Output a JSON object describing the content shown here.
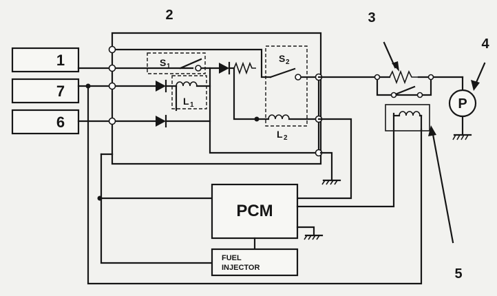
{
  "callouts": {
    "c2": "2",
    "c3": "3",
    "c4": "4",
    "c5": "5"
  },
  "inputs": {
    "in1": "1",
    "in7": "7",
    "in6": "6"
  },
  "components": {
    "s1": "S",
    "s1_sub": "1",
    "s2": "S",
    "s2_sub": "2",
    "l1": "L",
    "l1_sub": "1",
    "l2": "L",
    "l2_sub": "2",
    "pump": "P",
    "pcm": "PCM",
    "injector_line1": "FUEL",
    "injector_line2": "INJECTOR"
  },
  "colors": {
    "ink": "#161616",
    "paper": "#f2f2ef"
  }
}
